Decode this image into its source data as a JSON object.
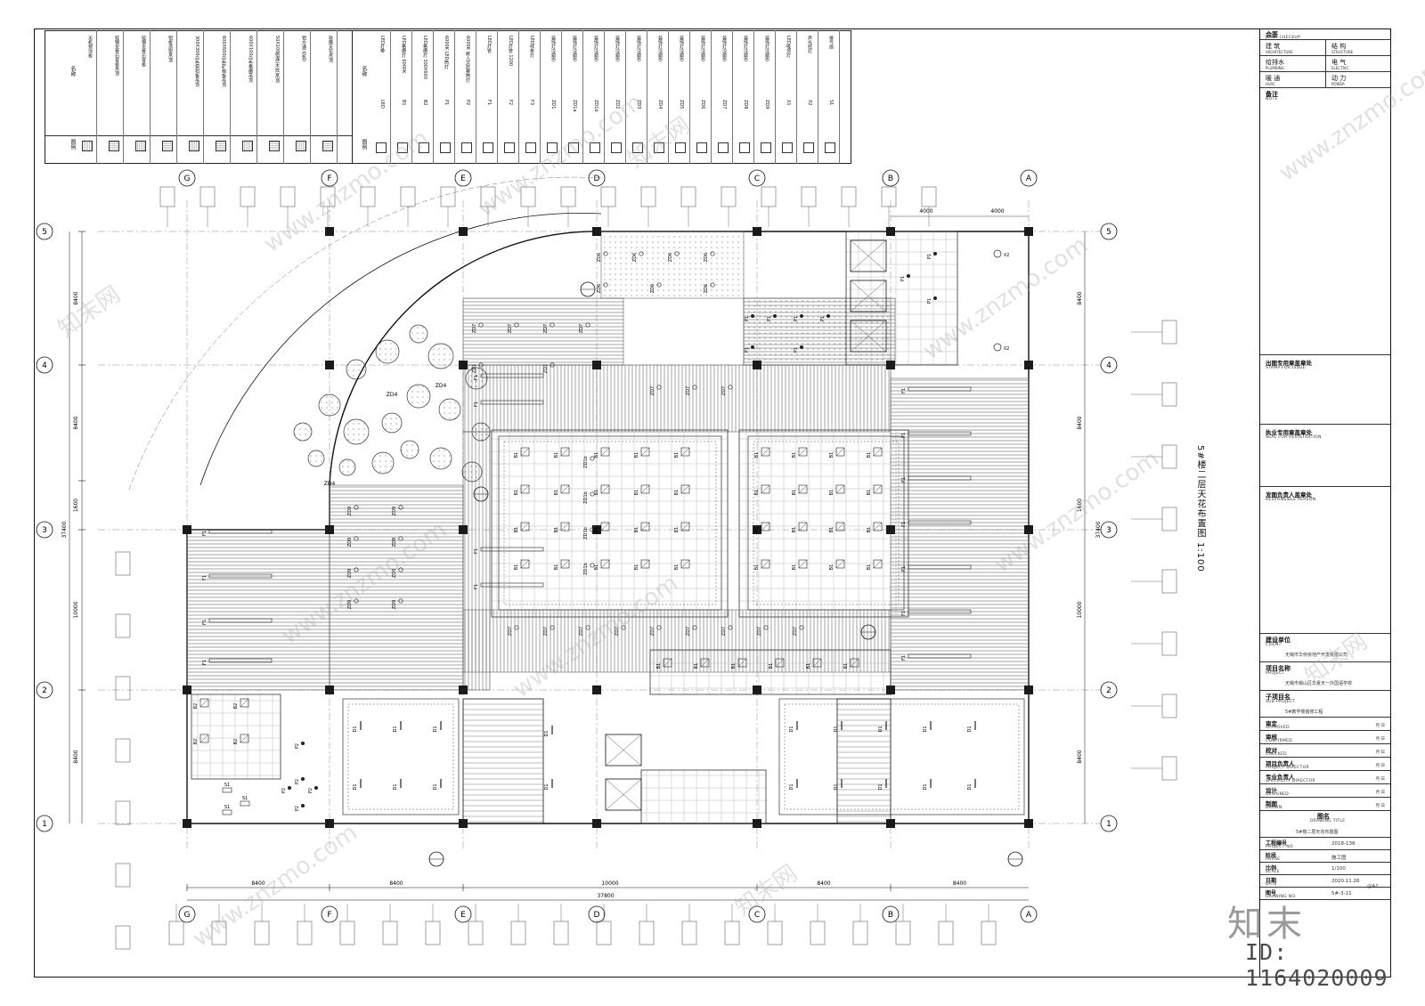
{
  "plan": {
    "title": "5#楼二层天花布置图",
    "scale": "1:100"
  },
  "legend": {
    "header_material": "图例",
    "header_name": "名称",
    "materials": [
      "无机预涂板",
      "轻钢龙骨石膏板吊顶",
      "轻钢龙骨石膏板",
      "铝板造型吊顶",
      "300X300白色铝扣板吊顶",
      "600X600白色矿棉板吊顶",
      "600X100白色格栅吊顶",
      "50X100铝通(木纹)吊顶",
      "铝方通(白色)",
      "软膜天花吊顶"
    ],
    "lamps_header": "图例",
    "lamps_header_name": "名称",
    "lamps": [
      {
        "code": "LED",
        "name": "LED灯带"
      },
      {
        "code": "B1",
        "name": "LED格栅灯 6000K"
      },
      {
        "code": "B2",
        "name": "LED格栅灯 300X600"
      },
      {
        "code": "P1",
        "name": "6000K LED筒灯"
      },
      {
        "code": "P2",
        "name": "6000K 嵌入式防雾筒灯"
      },
      {
        "code": "F1",
        "name": "LED灯管"
      },
      {
        "code": "F2",
        "name": "LED灯管 1200"
      },
      {
        "code": "F3",
        "name": "LED线条灯"
      },
      {
        "code": "ZD1",
        "name": "装饰灯(选型)"
      },
      {
        "code": "ZD1a",
        "name": "装饰灯(选型)"
      },
      {
        "code": "ZD1b",
        "name": "装饰灯(选型)"
      },
      {
        "code": "ZD2",
        "name": "装饰灯(选型)"
      },
      {
        "code": "ZD3",
        "name": "装饰灯(选型)"
      },
      {
        "code": "ZD4",
        "name": "装饰灯(选型)"
      },
      {
        "code": "ZD5",
        "name": "装饰灯(选型)"
      },
      {
        "code": "ZD6",
        "name": "装饰灯(选型)"
      },
      {
        "code": "ZD7",
        "name": "装饰灯(选型)"
      },
      {
        "code": "ZD8",
        "name": "装饰灯(选型)"
      },
      {
        "code": "ZD9",
        "name": "装饰灯(选型)"
      },
      {
        "code": "X1",
        "name": "LED吸顶灯"
      },
      {
        "code": "X2",
        "name": "声光控灯"
      },
      {
        "code": "S1",
        "name": "排气扇"
      }
    ]
  },
  "grid": {
    "rows": [
      "5",
      "4",
      "3",
      "2",
      "1"
    ],
    "cols": [
      "A",
      "B",
      "C",
      "D",
      "E",
      "F",
      "G"
    ],
    "dims_left": [
      "8400",
      "8400",
      "1600",
      "10000",
      "8400"
    ],
    "dims_bottom": [
      "8400",
      "8400",
      "10000",
      "8400",
      "8400"
    ],
    "total_h": "37400",
    "total_w": "37800",
    "dims_top": [
      "4000",
      "4000"
    ]
  },
  "labels": {
    "ZD1": "ZD1",
    "ZD1b": "ZD1b",
    "ZD2": "ZD2",
    "ZD4": "ZD4",
    "ZD5": "ZD5",
    "ZD6": "ZD6",
    "ZD7": "ZD7",
    "ZD9": "ZD9",
    "B1": "B1",
    "B2": "B2",
    "D1": "D1",
    "F1": "F1",
    "P1": "P1",
    "P2": "P2",
    "S1": "S1",
    "X1": "X1",
    "X2": "X2"
  },
  "title_block": {
    "check": {
      "label": "会签",
      "sub": "JOINT CHECKUP"
    },
    "disciplines": [
      {
        "cn": "建 筑",
        "en": "ARCHITECTURE"
      },
      {
        "cn": "结 构",
        "en": "STRUCTURE"
      },
      {
        "cn": "给排水",
        "en": "PLUMBING"
      },
      {
        "cn": "电 气",
        "en": "ELECTRIC"
      },
      {
        "cn": "暖 通",
        "en": "HVAC"
      },
      {
        "cn": "动 力",
        "en": "POWER"
      }
    ],
    "note": {
      "label": "备注",
      "sub": "NOTE"
    },
    "stamp_issue": {
      "label": "出图专用章盖章处",
      "sub": "STAMP FOR ISSUE"
    },
    "stamp_reg": {
      "label": "执业专用章盖章处",
      "sub": "SEAL FOR REGISTRATION"
    },
    "stamp_resp": {
      "label": "发图负责人盖章处",
      "sub": "RESPONSIBLE PERSON"
    },
    "client": {
      "label": "建设单位",
      "sub": "CLIENT",
      "value": "无锡市华侨房地产开发有限公司"
    },
    "project": {
      "label": "项目名称",
      "sub": "PROJECT",
      "value": "无锡市锡山区华夏天一外国语学校"
    },
    "subproject": {
      "label": "子项目名",
      "sub": "SUB PROJECT",
      "value": "5#教学楼装修工程"
    },
    "signoffs": [
      {
        "cn": "审定",
        "en": "APPROVED"
      },
      {
        "cn": "审核",
        "en": "CONFIRMED"
      },
      {
        "cn": "校对",
        "en": "CHECKED"
      },
      {
        "cn": "项目负责人",
        "en": "PROJECT DIRECTOR"
      },
      {
        "cn": "专业负责人",
        "en": "SPECIALITY DIRECTOR"
      },
      {
        "cn": "设计",
        "en": "DESIGNED"
      },
      {
        "cn": "制图",
        "en": "DRAWN"
      }
    ],
    "date_mark": "月 日",
    "drawing_title": {
      "label": "图名",
      "sub": "DRAWING TITLE",
      "value": "5#楼二层天花布置图"
    },
    "project_no": {
      "label": "工程编号",
      "sub": "PROJECT NO.",
      "value": "2018-138"
    },
    "phase": {
      "label": "阶段",
      "sub": "PHASE",
      "value": "施工图"
    },
    "scale": {
      "label": "比例",
      "sub": "SCALE",
      "value": "1/100",
      "size": "@A1"
    },
    "date": {
      "label": "日期",
      "sub": "DATE",
      "value": "2020.11.26"
    },
    "drawing_no": {
      "label": "图号",
      "sub": "DRAWING NO.",
      "value": "5#-3-11"
    }
  },
  "watermark": {
    "logo": "知末",
    "id": "ID: 1164020009",
    "site": "www.znzmo.com",
    "brand": "知末网"
  },
  "colors": {
    "line": "#111111",
    "hatch": "#555555",
    "column": "#1a1a1a",
    "watermark": "#aaaaaa"
  }
}
